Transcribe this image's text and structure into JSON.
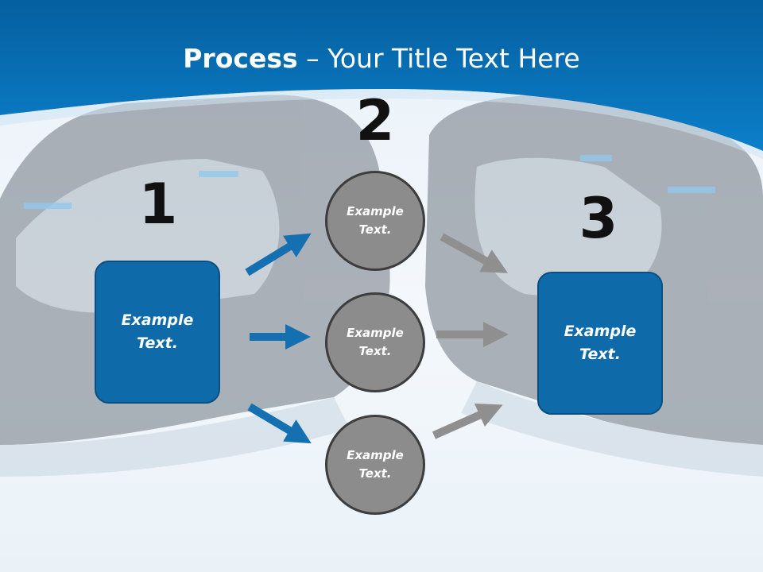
{
  "slide": {
    "title_bold": "Process",
    "title_rest": " – Your Title Text Here",
    "colors": {
      "header_blue": "#0a73bd",
      "box_blue": "#0e6aa8",
      "blue_arrow": "#1470b0",
      "gray_arrow": "#8f8f8f",
      "circle_gray": "#8c8c8c"
    }
  },
  "steps": {
    "one": {
      "number": "1",
      "text": "Example Text."
    },
    "two": {
      "number": "2"
    },
    "three": {
      "number": "3",
      "text": "Example Text."
    }
  },
  "circles": [
    {
      "text": "Example Text."
    },
    {
      "text": "Example Text."
    },
    {
      "text": "Example Text."
    }
  ]
}
